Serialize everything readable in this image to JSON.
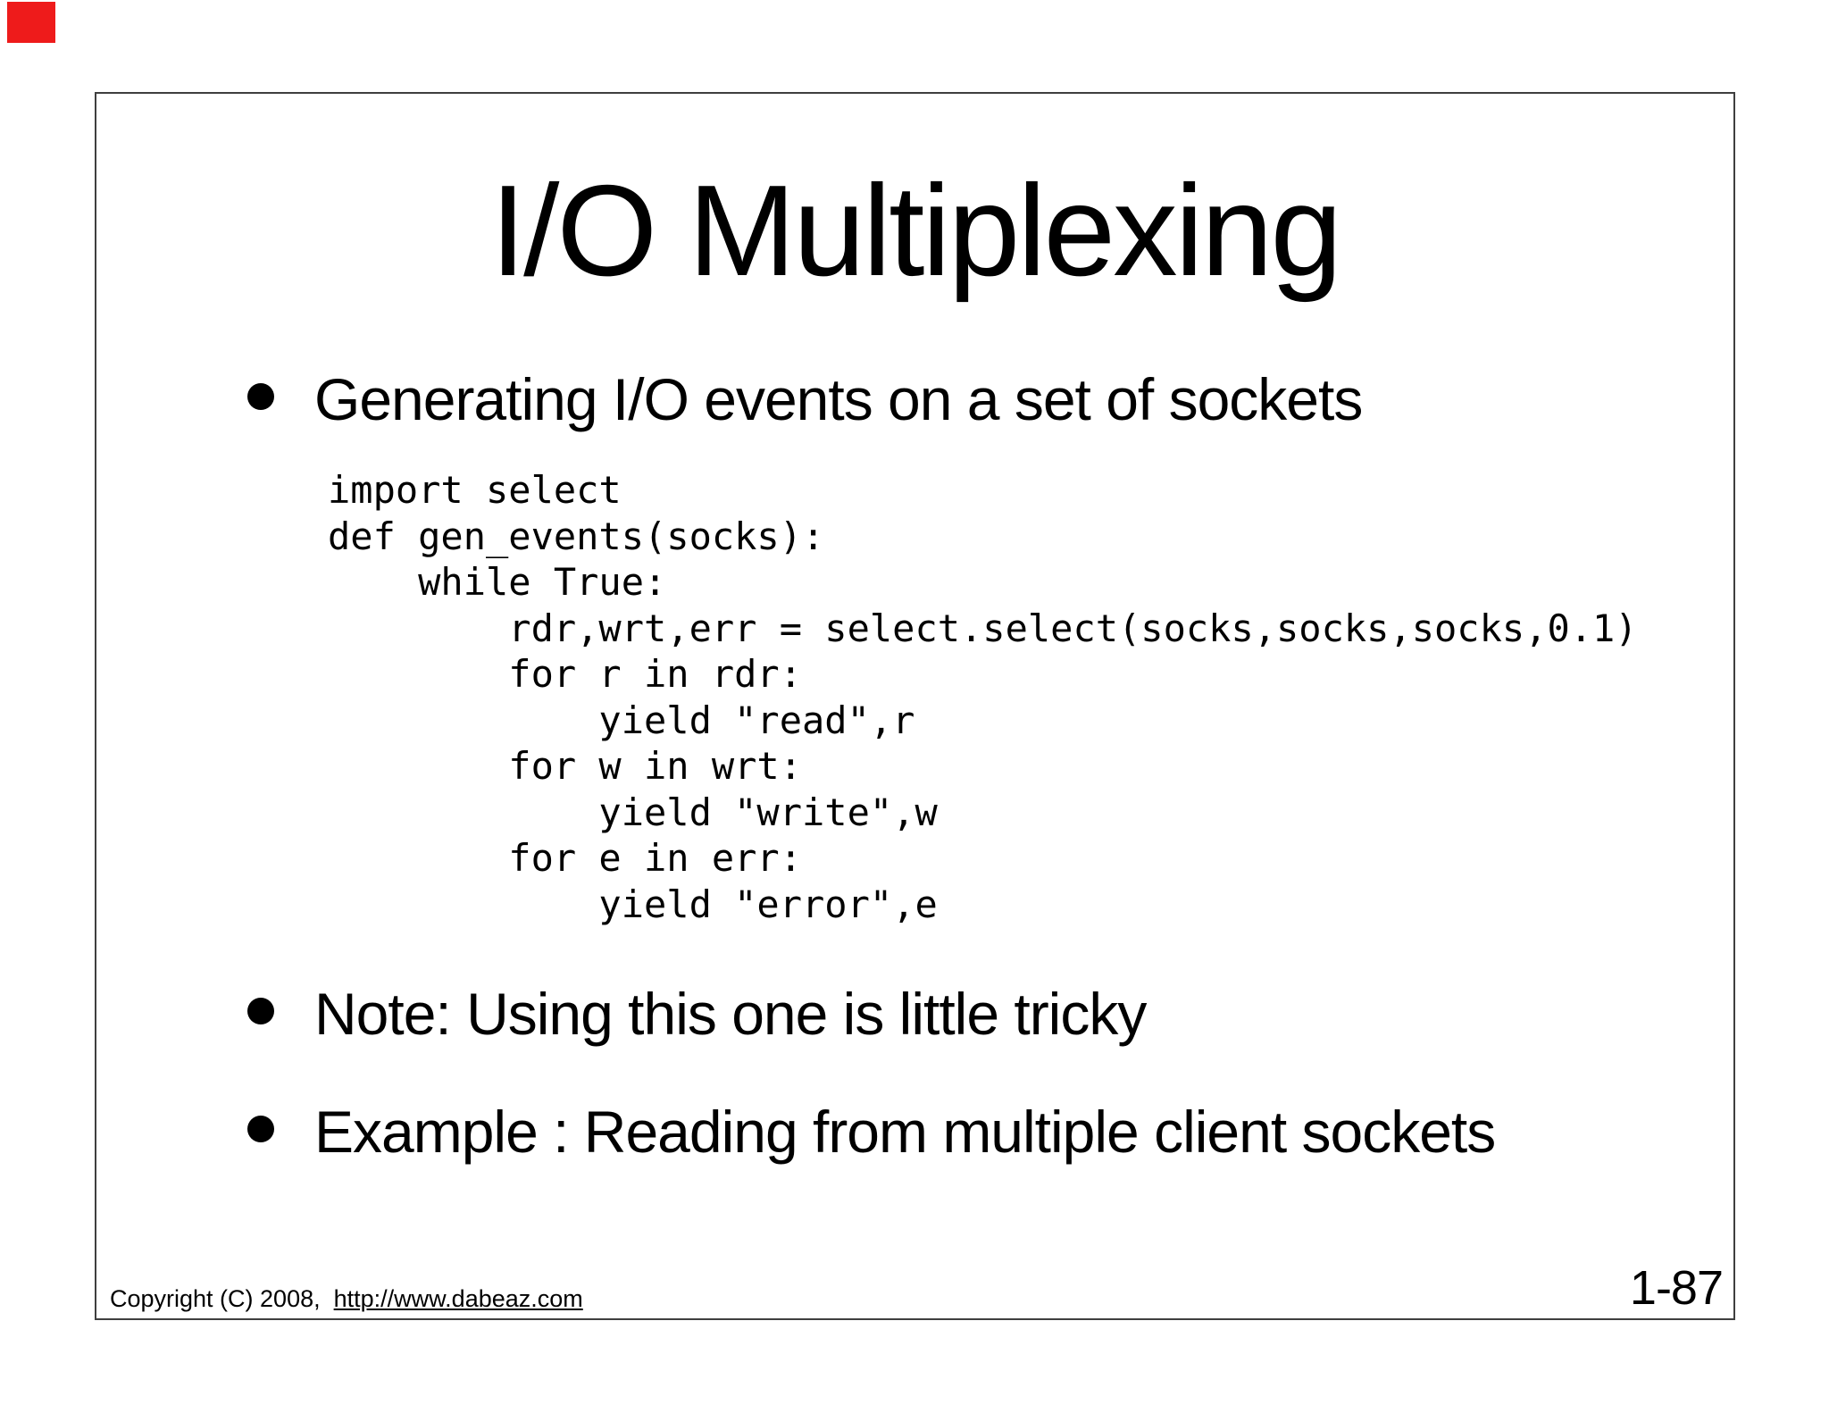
{
  "slide": {
    "title": "I/O Multiplexing",
    "bullets": [
      "Generating I/O events on a set of sockets",
      "Note: Using this one is little tricky",
      "Example : Reading from multiple client sockets"
    ],
    "code": "import select\ndef gen_events(socks):\n    while True:\n        rdr,wrt,err = select.select(socks,socks,socks,0.1)\n        for r in rdr:\n            yield \"read\",r\n        for w in wrt:\n            yield \"write\",w\n        for e in err:\n            yield \"error\",e",
    "footer": {
      "copyright_prefix": "Copyright (C) 2008,",
      "link_text": "http://www.dabeaz.com",
      "page_number": "1-87"
    },
    "colors": {
      "text": "#000000",
      "frame_border": "#3f3f3f",
      "marker_red": "#ee1b1b",
      "background": "#ffffff"
    }
  }
}
